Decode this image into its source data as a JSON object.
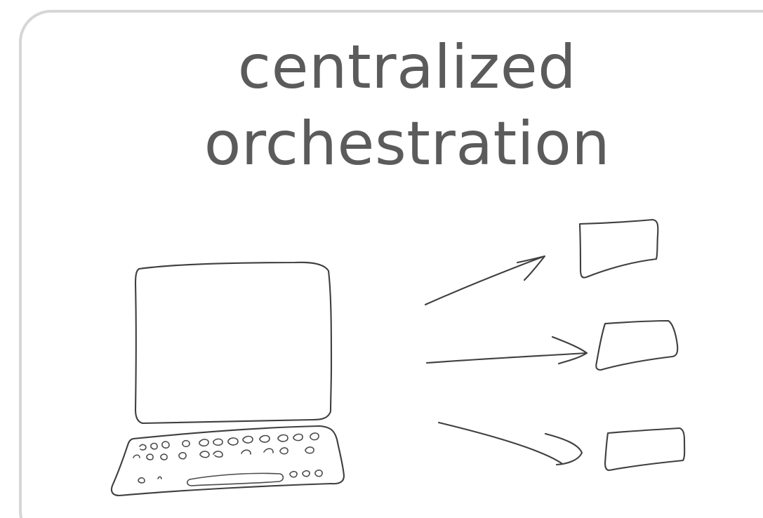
{
  "slide": {
    "title_line_1": "centralized",
    "title_line_2": "orchestration"
  },
  "colors": {
    "title_text": "#5b5b5b",
    "card_border": "#d6d6d6",
    "sketch_ink": "#3f3f3f",
    "background": "#ffffff"
  },
  "diagram": {
    "central_node": "computer-sketch",
    "edges": [
      {
        "from": "computer-sketch",
        "to": "target-node-1"
      },
      {
        "from": "computer-sketch",
        "to": "target-node-2"
      },
      {
        "from": "computer-sketch",
        "to": "target-node-3"
      }
    ]
  }
}
